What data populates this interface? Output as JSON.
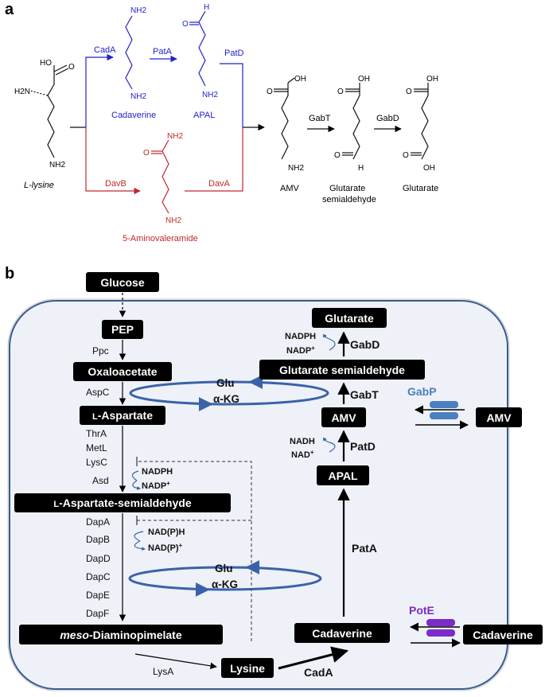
{
  "panel_a": {
    "label": "a",
    "lysine": {
      "label": "L-lysine",
      "oh": "HO",
      "o": "O",
      "h2n": "H2N",
      "nh2": "NH2"
    },
    "top": {
      "enz1": "CadA",
      "enz2": "PatA",
      "enz3": "PatD",
      "cadaverine": "Cadaverine",
      "apal": "APAL",
      "nh2_top": "NH2",
      "nh2_bot": "NH2",
      "h": "H",
      "o": "O",
      "nh2_apal": "NH2"
    },
    "bottom": {
      "enz1": "DavB",
      "enz2": "DavA",
      "amide": "5-Aminovaleramide",
      "o": "O",
      "nh2": "NH2",
      "nh2_bot": "NH2"
    },
    "right": {
      "amv": "AMV",
      "gabt": "GabT",
      "gabd": "GabD",
      "gs1": "Glutarate",
      "gs2": "semialdehyde",
      "glutarate": "Glutarate",
      "oh": "OH",
      "o": "O",
      "nh2": "NH2",
      "h": "H"
    }
  },
  "panel_b": {
    "label": "b",
    "boxes": {
      "glucose": "Glucose",
      "pep": "PEP",
      "oxaloacetate": "Oxaloacetate",
      "aspartate_prefix": "L",
      "aspartate": "-Aspartate",
      "asa_prefix": "L",
      "asa": "-Aspartate-semialdehyde",
      "dap_prefix": "meso",
      "dap": "-Diaminopimelate",
      "lysine": "Lysine",
      "cadaverine": "Cadaverine",
      "apal": "APAL",
      "amv": "AMV",
      "glut_semi": "Glutarate semialdehyde",
      "glutarate": "Glutarate",
      "amv_out": "AMV",
      "cad_out": "Cadaverine"
    },
    "enzymes": {
      "ppc": "Ppc",
      "aspc": "AspC",
      "thra": "ThrA",
      "metl": "MetL",
      "lysc": "LysC",
      "asd": "Asd",
      "dapa": "DapA",
      "dapb": "DapB",
      "dapd": "DapD",
      "dapc": "DapC",
      "dape": "DapE",
      "dapf": "DapF",
      "lysa": "LysA",
      "cada": "CadA",
      "pata": "PatA",
      "patd": "PatD",
      "gabt": "GabT",
      "gabd": "GabD"
    },
    "cofactors": {
      "nadph": "NADPH",
      "nadp": "NADP",
      "nadph_gabd": "NADPH",
      "nadp_gabd": "NADP",
      "nadph_b": "NAD(P)H",
      "nadp_b": "NAD(P)",
      "nadh": "NADH",
      "nad": "NAD",
      "plus": "+"
    },
    "metabolites": {
      "glu1": "Glu",
      "akg1": "α-KG",
      "glu2": "Glu",
      "akg2": "α-KG"
    },
    "transporters": {
      "gabp": "GabP",
      "pote": "PotE"
    }
  },
  "colors": {
    "blue": "#2222cc",
    "red": "#c0282e",
    "cell_fill": "#eef1f7",
    "cell_stroke": "#3b5a8c",
    "cycle": "#3a62a8",
    "gabp": "#4a7fc0",
    "pote": "#7b2bc8"
  }
}
